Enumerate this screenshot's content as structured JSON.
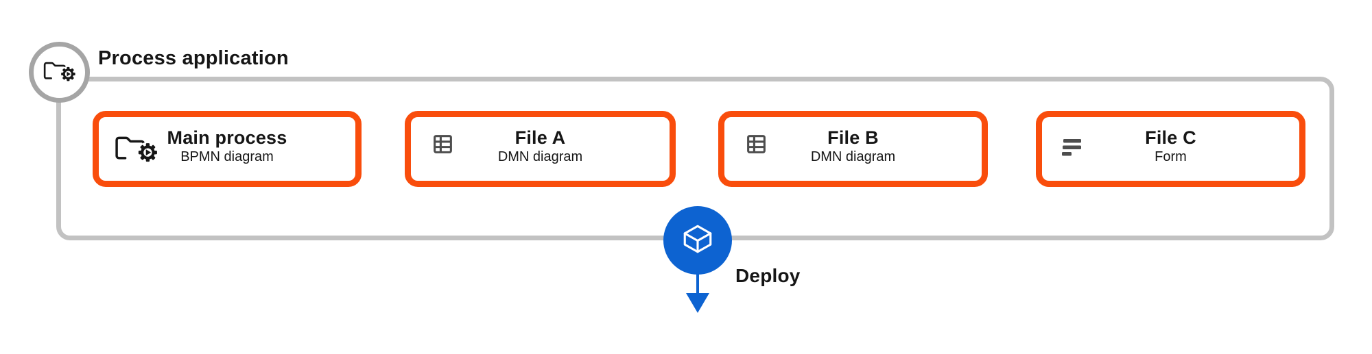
{
  "process_application": {
    "label": "Process application"
  },
  "cards": [
    {
      "title": "Main process",
      "subtitle": "BPMN diagram",
      "icon": "process-folder-gear-icon"
    },
    {
      "title": "File A",
      "subtitle": "DMN diagram",
      "icon": "decision-table-icon"
    },
    {
      "title": "File B",
      "subtitle": "DMN diagram",
      "icon": "decision-table-icon"
    },
    {
      "title": "File C",
      "subtitle": "Form",
      "icon": "form-icon"
    }
  ],
  "deploy": {
    "label": "Deploy",
    "icon": "cube-icon"
  },
  "colors": {
    "card_border_orange": "#f94d0c",
    "container_border_gray": "#c2c2c2",
    "badge_ring_gray": "#a5a5a5",
    "deploy_blue": "#0d63d1",
    "icon_dark_gray": "#4d4d4d",
    "text_black": "#161616",
    "background": "#ffffff"
  }
}
